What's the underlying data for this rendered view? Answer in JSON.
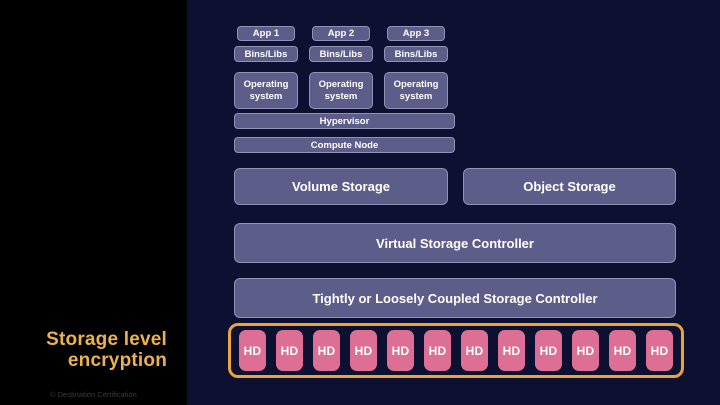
{
  "colors": {
    "background": "#0e1031",
    "sidebar": "#000000",
    "box_fill": "#5d5d8a",
    "box_text": "#ffffff",
    "hd_fill": "#dc6f93",
    "hd_border_accent": "#e8a53c",
    "title_text": "#ecb24e",
    "copyright_text": "#3c3c40"
  },
  "sidebar": {
    "title_line1": "Storage level",
    "title_line2": "encryption",
    "copyright": "© Destination Certification"
  },
  "stack": {
    "apps": [
      "App 1",
      "App 2",
      "App 3"
    ],
    "bins": [
      "Bins/Libs",
      "Bins/Libs",
      "Bins/Libs"
    ],
    "os": [
      "Operating system",
      "Operating system",
      "Operating system"
    ],
    "hypervisor": "Hypervisor",
    "compute_node": "Compute Node"
  },
  "storage": {
    "volume": "Volume Storage",
    "object": "Object Storage",
    "virtual_controller": "Virtual Storage Controller",
    "coupled_controller": "Tightly or Loosely Coupled Storage Controller",
    "hd_label": "HD",
    "hd_count": 12
  }
}
